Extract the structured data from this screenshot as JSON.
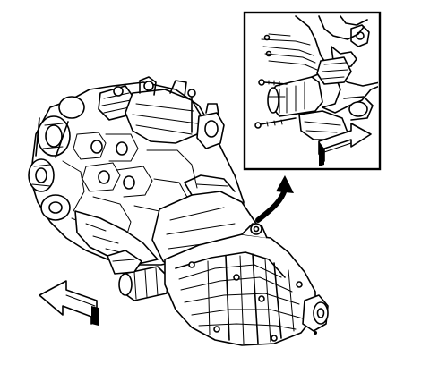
{
  "figure": {
    "kind": "exploded-view",
    "subject": "engine-transmission-assembly",
    "detail_view": "starter-motor-mounting-bolts",
    "direction_arrows": [
      "forward-left",
      "forward-right"
    ],
    "callout": "detail-inset-arrow",
    "colors": {
      "line": "#000000",
      "background": "#ffffff"
    }
  }
}
